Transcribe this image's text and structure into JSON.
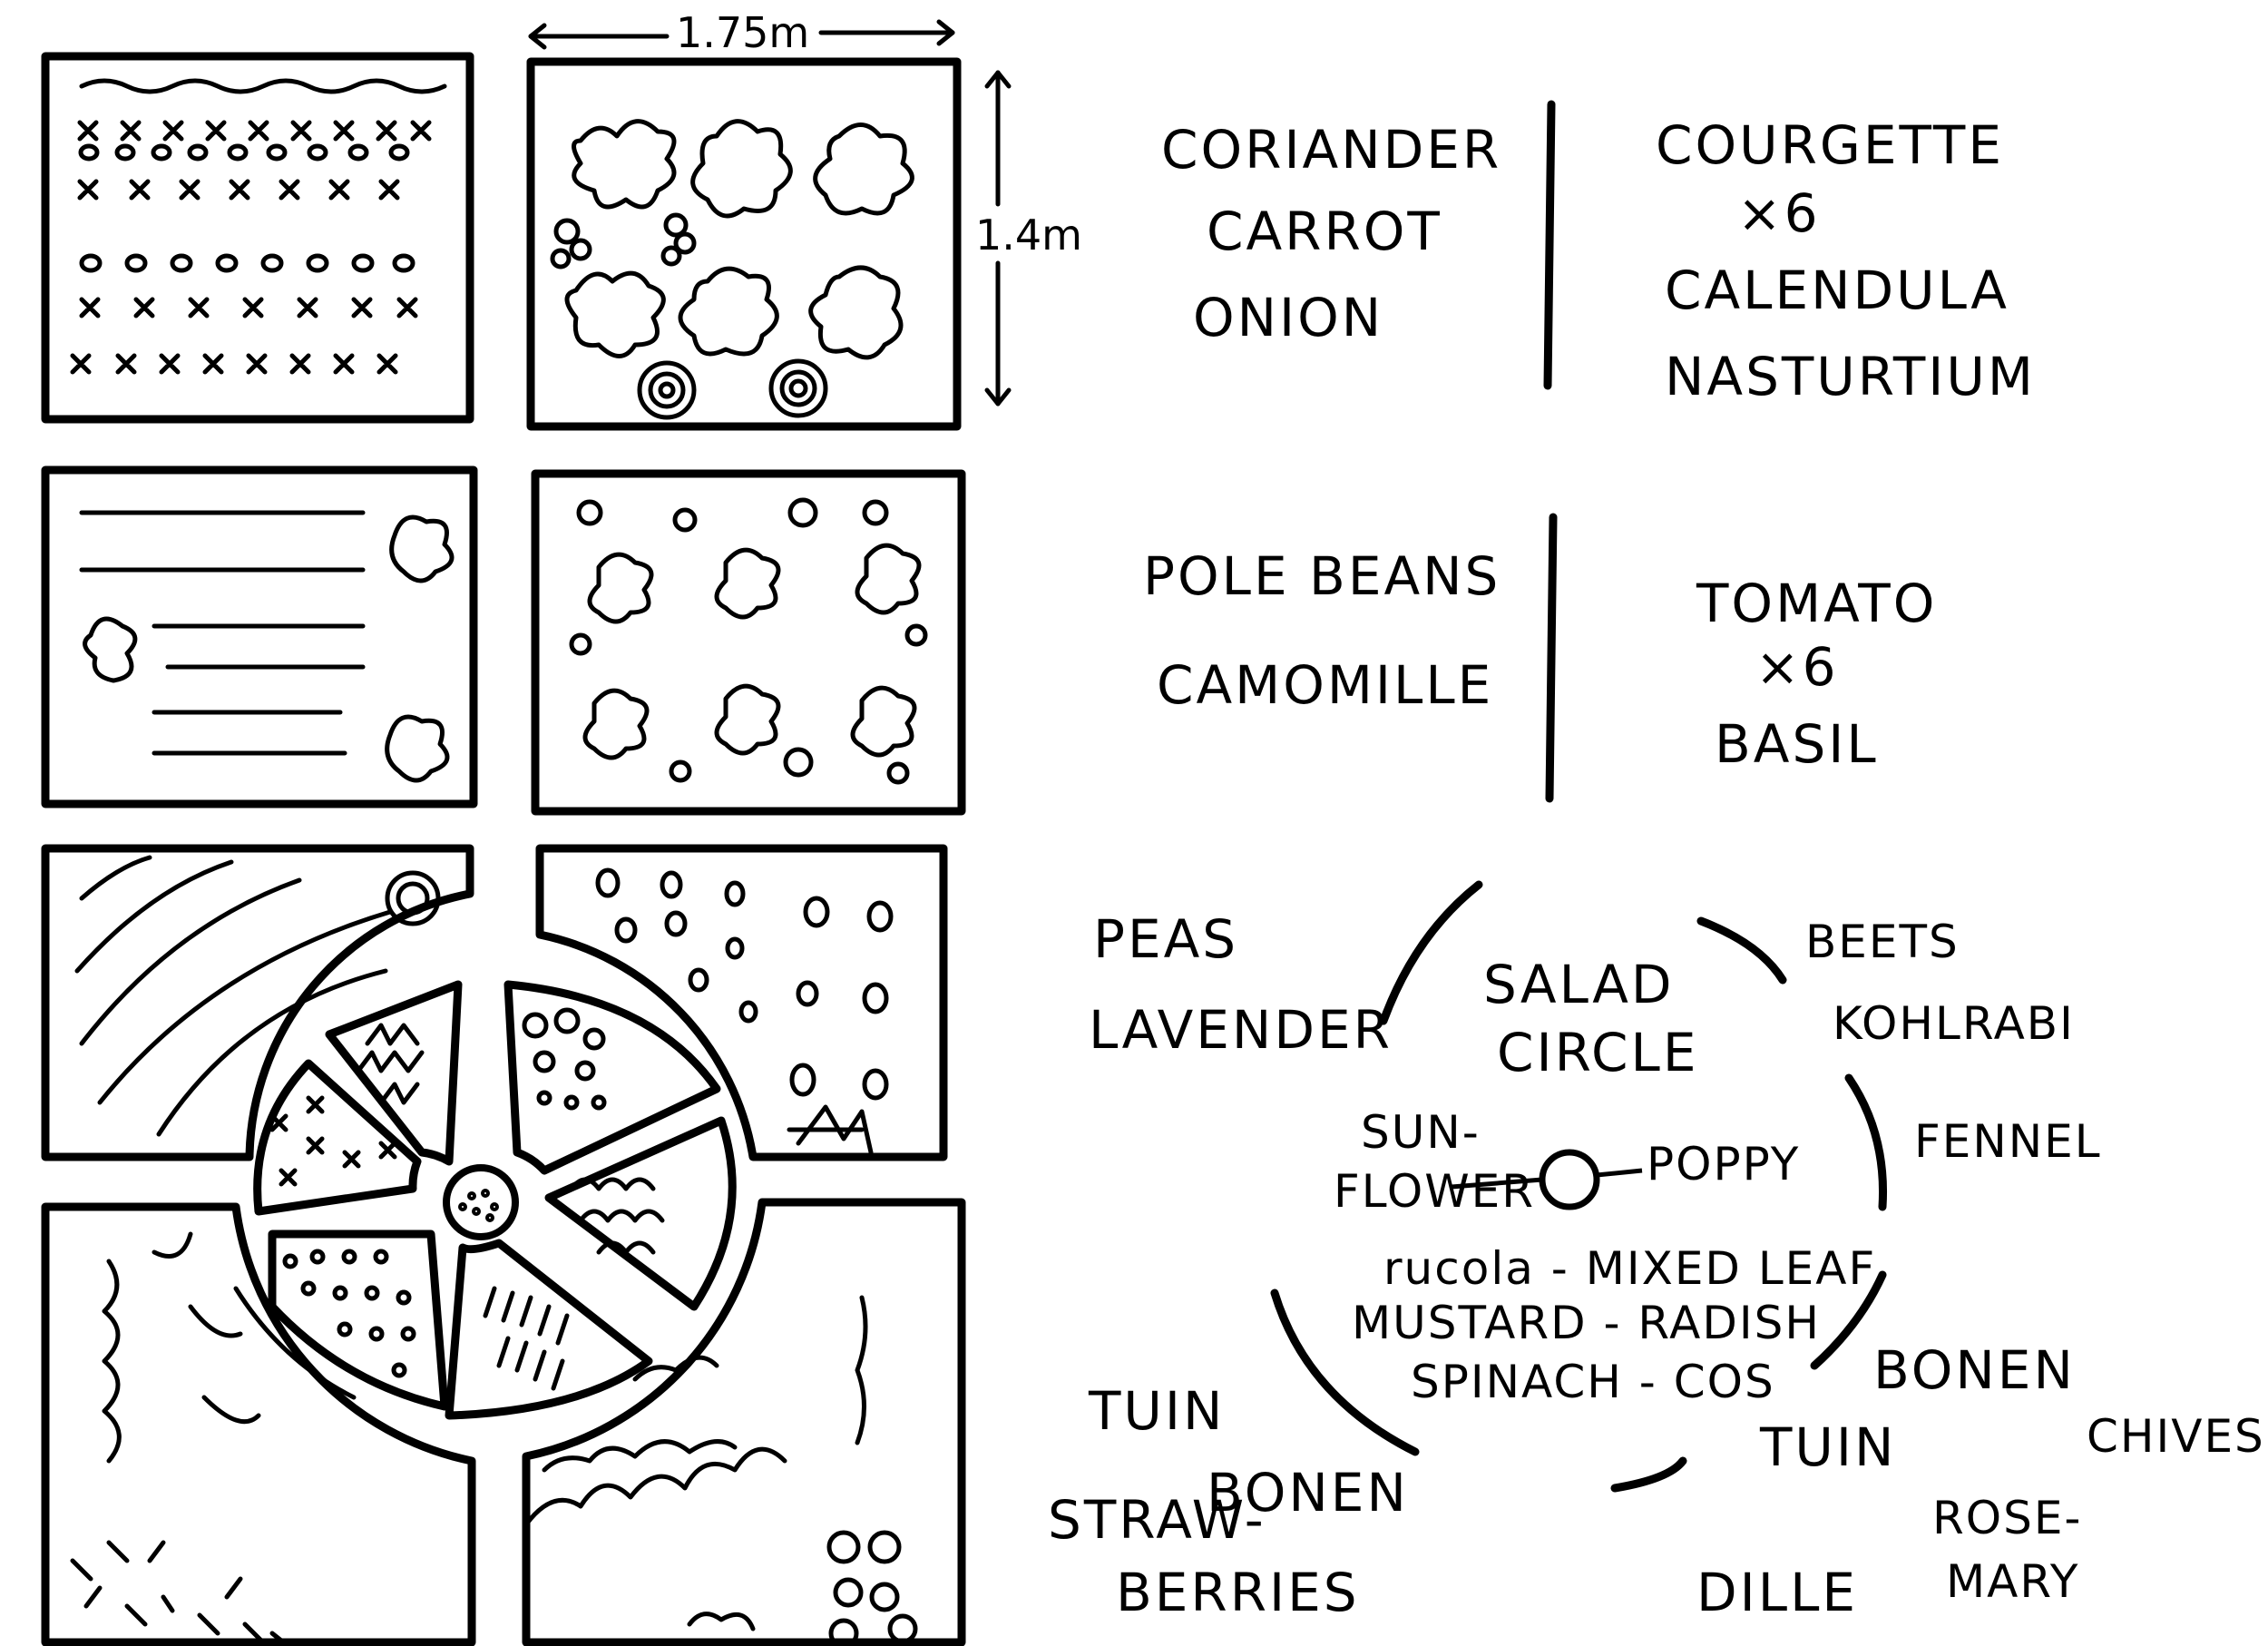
{
  "dimensions": {
    "width_label": "1.75m",
    "height_label": "1.4m"
  },
  "beds": [
    {
      "left": [
        "CORIANDER",
        "CARROT",
        "ONION"
      ],
      "right": [
        "COURGETTE",
        "×6",
        "CALENDULA",
        "NASTURTIUM"
      ]
    },
    {
      "left": [
        "POLE BEANS",
        "CAMOMILLE"
      ],
      "right": [
        "TOMATO",
        "×6",
        "BASIL"
      ]
    }
  ],
  "circle": {
    "title": [
      "SALAD",
      "CIRCLE"
    ],
    "outer": {
      "peas_lavender": [
        "PEAS",
        "LAVENDER"
      ],
      "beets_kohlrabi": [
        "BEETS",
        "KOHLRABI"
      ],
      "fennel": "FENNEL",
      "tuin_bonen_left": [
        "TUIN",
        "BONEN"
      ],
      "strawberries": [
        "STRAW-",
        "BERRIES"
      ],
      "tuin_bonen_right": [
        "BONEN",
        "TUIN"
      ],
      "dille": "DILLE",
      "rosemary": [
        "ROSE-",
        "MARY"
      ],
      "chives": "CHIVES"
    },
    "center": {
      "sunflower": [
        "SUN-",
        "FLOWER"
      ],
      "poppy": "POPPY"
    },
    "greens": [
      "rucola - MIXED LEAF",
      "MUSTARD - RADISH",
      "SPINACH - COS"
    ]
  }
}
